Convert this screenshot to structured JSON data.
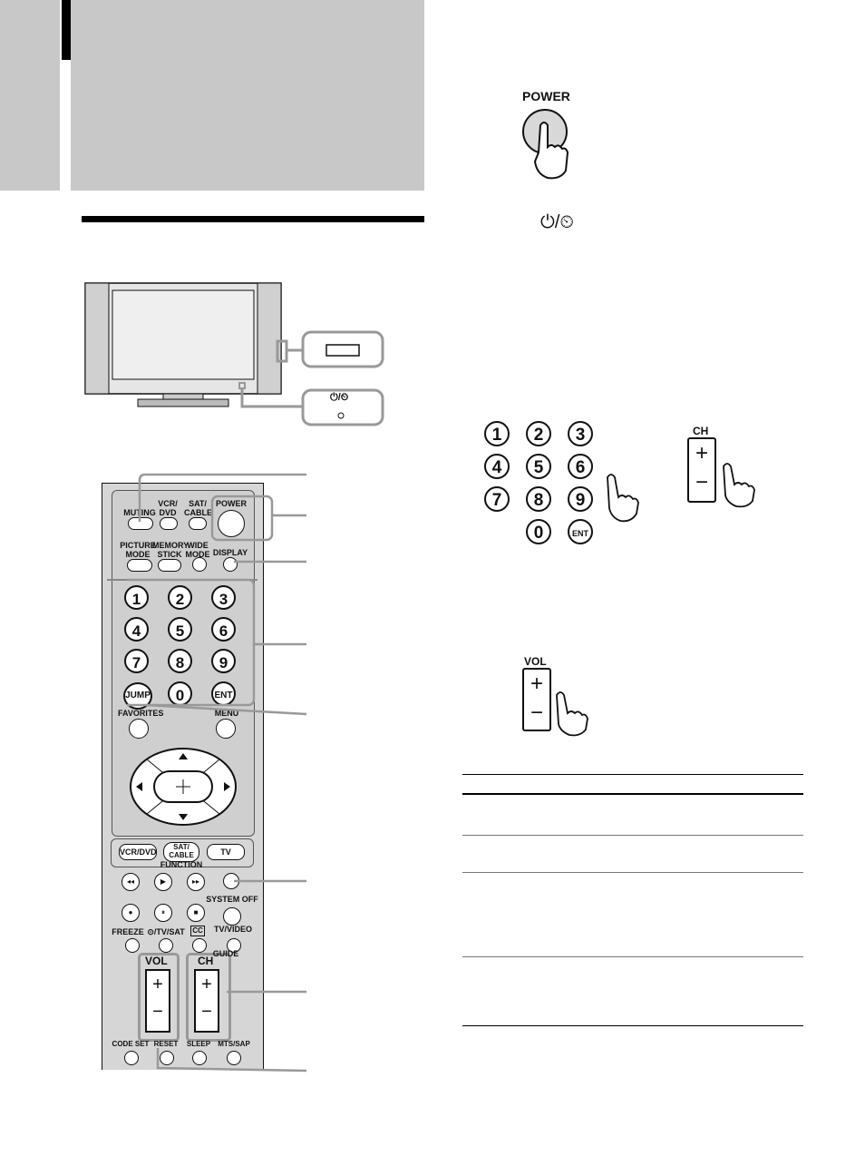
{
  "power_illustration": {
    "label": "POWER"
  },
  "standby_symbol": "⏻/⏲",
  "remote": {
    "top_buttons": [
      "MUTING",
      "VCR/\nDVD",
      "SAT/\nCABLE",
      "POWER"
    ],
    "row2_buttons": [
      "PICTURE\nMODE",
      "MEMORY\nSTICK",
      "WIDE\nMODE",
      "DISPLAY"
    ],
    "numbers": [
      "1",
      "2",
      "3",
      "4",
      "5",
      "6",
      "7",
      "8",
      "9",
      "0"
    ],
    "jump": "JUMP",
    "ent": "ENT",
    "favorites": "FAVORITES",
    "menu": "MENU",
    "function_buttons": [
      "VCR/DVD",
      "SAT/\nCABLE",
      "TV"
    ],
    "function_label": "FUNCTION",
    "system_off": "SYSTEM OFF",
    "freeze_row": [
      "FREEZE",
      "⊙/TV/SAT",
      "CC",
      "TV/VIDEO"
    ],
    "guide": "GUIDE",
    "vol": "VOL",
    "ch": "CH",
    "bottom_row": [
      "CODE SET",
      "RESET",
      "SLEEP",
      "MTS/SAP"
    ]
  },
  "numpad_illustration": {
    "numbers": [
      "1",
      "2",
      "3",
      "4",
      "5",
      "6",
      "7",
      "8",
      "9",
      "0"
    ],
    "ent": "ENT"
  },
  "ch_illustration": {
    "label": "CH"
  },
  "vol_illustration": {
    "label": "VOL"
  }
}
